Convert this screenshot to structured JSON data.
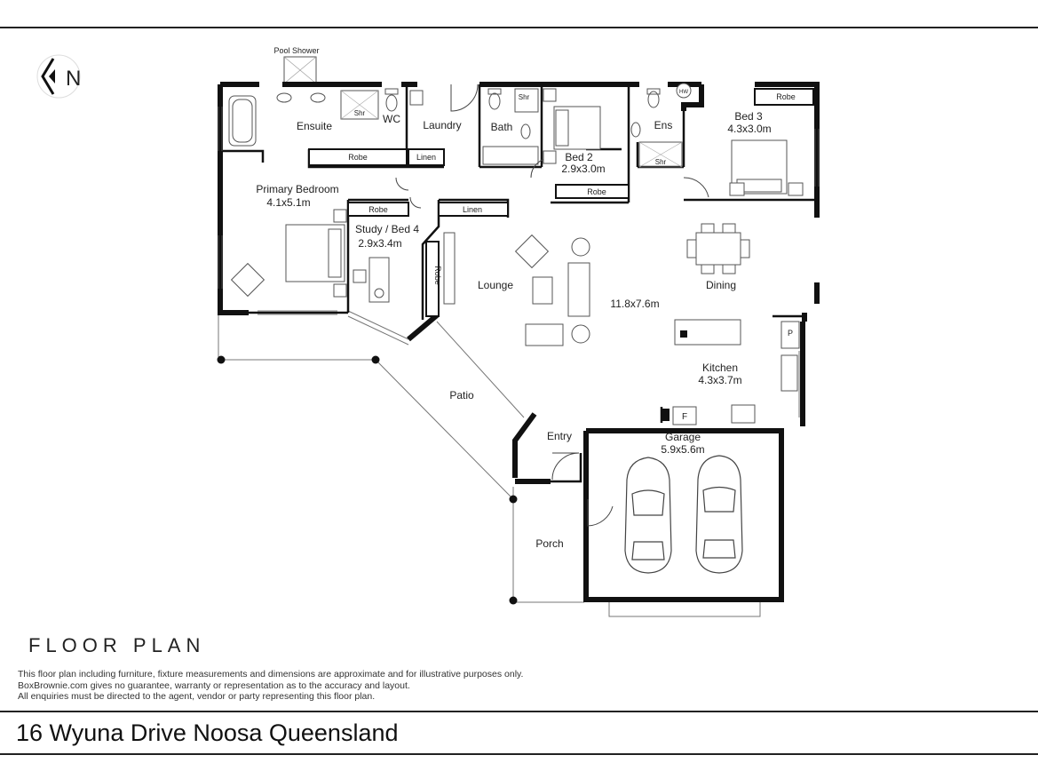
{
  "compass": {
    "label": "N",
    "icon": "north-arrow-icon"
  },
  "rooms": {
    "pool_shower": "Pool Shower",
    "ensuite": "Ensuite",
    "wc": "WC",
    "laundry": "Laundry",
    "bath": "Bath",
    "bed2": "Bed 2",
    "bed2_dim": "2.9x3.0m",
    "ens": "Ens",
    "bed3": "Bed 3",
    "bed3_dim": "4.3x3.0m",
    "primary": "Primary Bedroom",
    "primary_dim": "4.1x5.1m",
    "study": "Study / Bed 4",
    "study_dim": "2.9x3.4m",
    "lounge": "Lounge",
    "living_dim": "11.8x7.6m",
    "dining": "Dining",
    "kitchen": "Kitchen",
    "kitchen_dim": "4.3x3.7m",
    "patio": "Patio",
    "entry": "Entry",
    "garage": "Garage",
    "garage_dim": "5.9x5.6m",
    "porch": "Porch"
  },
  "fixtures": {
    "robe": "Robe",
    "linen": "Linen",
    "shr": "Shr",
    "hw": "HW",
    "pantry": "P",
    "fridge": "F"
  },
  "footer": {
    "title": "FLOOR PLAN",
    "disclaimer": [
      "This floor plan including furniture, fixture measurements and dimensions are approximate and for illustrative purposes only.",
      "BoxBrownie.com gives no guarantee, warranty or representation as to the accuracy and layout.",
      "All enquiries must be directed to the agent, vendor or party representing this floor plan."
    ],
    "address": "16 Wyuna Drive Noosa Queensland"
  }
}
